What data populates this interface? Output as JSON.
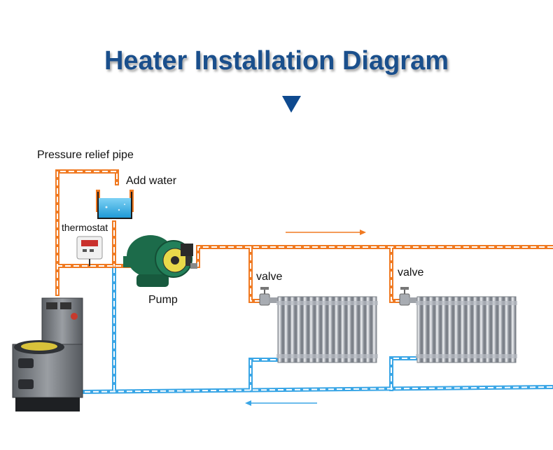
{
  "title": "Heater Installation Diagram",
  "labels": {
    "pressure_relief_pipe": "Pressure relief pipe",
    "add_water": "Add water",
    "thermostat": "thermostat",
    "pump": "Pump",
    "valve_1": "valve",
    "valve_2": "valve"
  },
  "colors": {
    "title": "#1a4f8c",
    "hot_pipe": "#f07a22",
    "cold_pipe": "#3aa6e6",
    "arrow_marker": "#0e4a8f",
    "pump_body": "#1c6b4a",
    "radiator": "#c9ccd2"
  },
  "icons": [
    "down-triangle-icon",
    "flow-arrow-icon",
    "pump-icon",
    "radiator-icon",
    "valve-icon",
    "thermostat-icon",
    "water-tank-icon",
    "heater-stove-icon"
  ]
}
